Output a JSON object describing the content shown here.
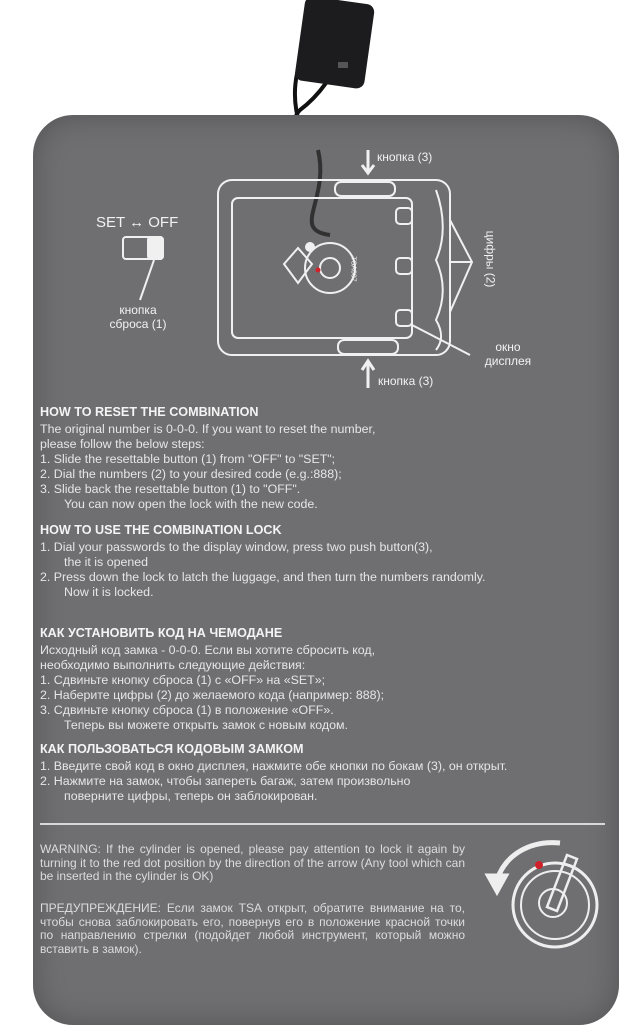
{
  "diagram": {
    "switch_label": "SET ↔ OFF",
    "reset_button_label": [
      "кнопка",
      "сброса (1)"
    ],
    "button_top_label": "кнопка (3)",
    "button_bottom_label": "кнопка (3)",
    "digits_label": "цифры (2)",
    "display_window_label": [
      "окно",
      "дисплея"
    ],
    "cylinder_text": "TSA007",
    "accent_red": "#d0202a"
  },
  "reset_en": {
    "heading": "HOW TO RESET THE COMBINATION",
    "lines": [
      "The original number is 0-0-0. If you want to reset the number,",
      "please follow the below steps:",
      "1.  Slide the resettable button (1) from \"OFF\" to \"SET\";",
      "2.  Dial the numbers (2) to your desired code (e.g.:888);",
      "3.  Slide back the resettable button (1) to \"OFF\".",
      "You can now open the lock with the new code."
    ]
  },
  "use_en": {
    "heading": "HOW TO USE THE COMBINATION LOCK",
    "lines": [
      "1.  Dial your passwords to the display window, press two push button(3),",
      "the it is opened",
      "2.  Press down the lock to latch the luggage, and then turn the numbers randomly.",
      "Now it is locked."
    ]
  },
  "reset_ru": {
    "heading": "КАК УСТАНОВИТЬ КОД НА ЧЕМОДАНЕ",
    "lines": [
      "Исходный код замка - 0-0-0. Если вы хотите сбросить код,",
      "необходимо выполнить следующие действия:",
      "1.  Сдвиньте кнопку сброса (1) с «OFF» на «SET»;",
      "2.  Наберите цифры (2) до желаемого кода (например: 888);",
      "3.  Сдвиньте кнопку сброса (1) в положение «OFF».",
      "Теперь вы можете открыть замок с новым кодом."
    ]
  },
  "use_ru": {
    "heading": "КАК ПОЛЬЗОВАТЬСЯ КОДОВЫМ ЗАМКОМ",
    "lines": [
      "1.  Введите свой код в окно дисплея, нажмите обе кнопки по бокам (3), он открыт.",
      "2.  Нажмите на замок, чтобы запереть багаж, затем произвольно",
      "поверните цифры, теперь он заблокирован."
    ]
  },
  "warning_en": "WARNING: If the cylinder is opened, please pay attention to lock it again by turning it to the red dot position by the direction of the arrow (Any tool which can be inserted in the cylinder is OK)",
  "warning_ru": "ПРЕДУПРЕЖДЕНИЕ: Если замок TSA открыт, обратите внимание на то, чтобы снова заблокировать его, повернув его в положение красной точки по направлению стрелки (подойдет любой инструмент, который можно вставить в замок)."
}
